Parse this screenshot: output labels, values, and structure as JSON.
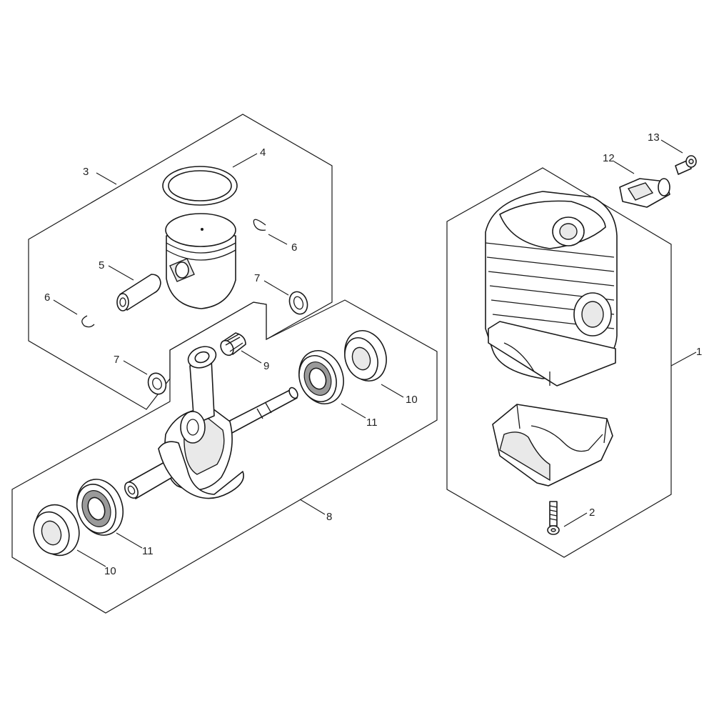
{
  "callouts": [
    {
      "id": "c1",
      "label": "1"
    },
    {
      "id": "c2",
      "label": "2"
    },
    {
      "id": "c3",
      "label": "3"
    },
    {
      "id": "c4",
      "label": "4"
    },
    {
      "id": "c5",
      "label": "5"
    },
    {
      "id": "c6a",
      "label": "6"
    },
    {
      "id": "c6b",
      "label": "6"
    },
    {
      "id": "c7a",
      "label": "7"
    },
    {
      "id": "c7b",
      "label": "7"
    },
    {
      "id": "c8",
      "label": "8"
    },
    {
      "id": "c9",
      "label": "9"
    },
    {
      "id": "c10a",
      "label": "10"
    },
    {
      "id": "c10b",
      "label": "10"
    },
    {
      "id": "c11a",
      "label": "11"
    },
    {
      "id": "c11b",
      "label": "11"
    },
    {
      "id": "c12",
      "label": "12"
    },
    {
      "id": "c13",
      "label": "13"
    }
  ]
}
